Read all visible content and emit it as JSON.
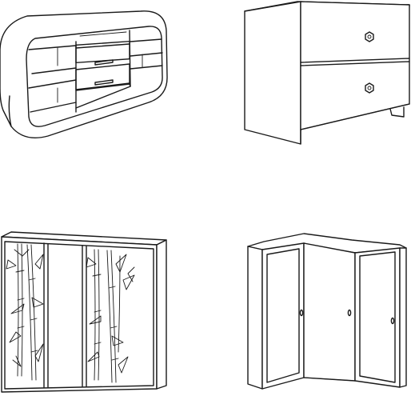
{
  "items": [
    {
      "id": "sideboard",
      "icon": "sideboard-with-open-shelves-icon"
    },
    {
      "id": "chest",
      "icon": "two-drawer-chest-icon"
    },
    {
      "id": "bamboo-wardrobe",
      "icon": "sliding-wardrobe-bamboo-icon"
    },
    {
      "id": "corner-wardrobe",
      "icon": "corner-wardrobe-icon"
    }
  ],
  "colors": {
    "line": "#1a1a1a",
    "background": "#ffffff"
  }
}
